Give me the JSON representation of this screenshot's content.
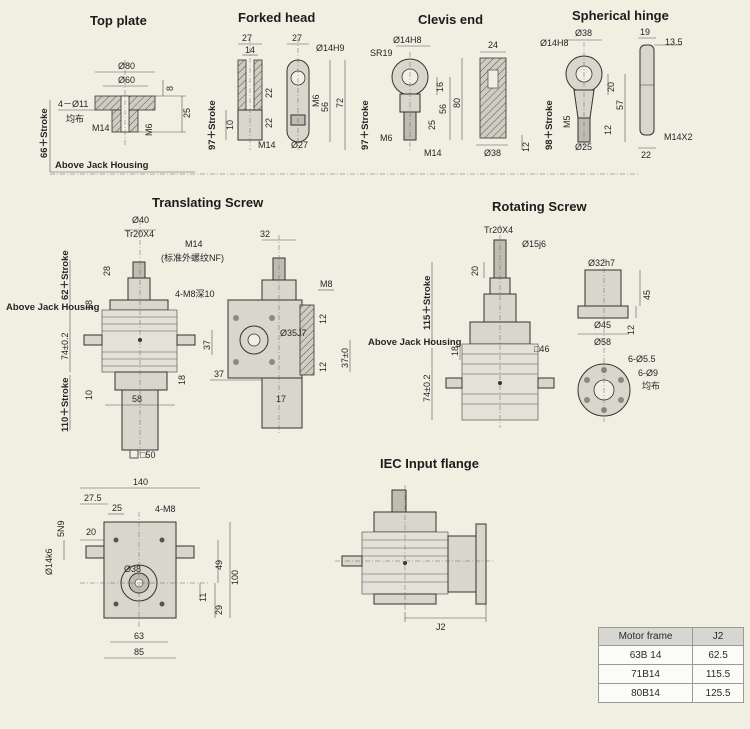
{
  "titles": {
    "top_plate": "Top plate",
    "forked_head": "Forked head",
    "clevis_end": "Clevis end",
    "spherical_hinge": "Spherical hinge",
    "translating_screw": "Translating Screw",
    "rotating_screw": "Rotating Screw",
    "iec_input_flange": "IEC Input flange"
  },
  "top_plate": {
    "d80": "Ø80",
    "d60": "Ø60",
    "holes": "4－Ø11",
    "holes_note": "均布",
    "m14": "M14",
    "m6": "M6",
    "h8": "8",
    "h25": "25",
    "stroke": "66＋Stroke",
    "above": "Above Jack Housing"
  },
  "forked_head": {
    "w27a": "27",
    "w14": "14",
    "w27b": "27",
    "d14h9": "Ø14H9",
    "h10": "10",
    "h22a": "22",
    "h22b": "22",
    "m6": "M6",
    "h56": "56",
    "h72": "72",
    "m14": "M14",
    "d27": "Ø27",
    "stroke": "97＋Stroke"
  },
  "clevis_end": {
    "sr19": "SR19",
    "d14h8": "Ø14H8",
    "w24": "24",
    "h16": "16",
    "h56": "56",
    "h80": "80",
    "h25": "25",
    "m6": "M6",
    "m14": "M14",
    "d38": "Ø38",
    "h12": "12",
    "stroke": "97＋Stroke"
  },
  "spherical_hinge": {
    "d14h8": "Ø14H8",
    "d38": "Ø38",
    "w19": "19",
    "w13_5": "13.5",
    "h20": "20",
    "h57": "57",
    "m5": "M5",
    "h12": "12",
    "d25": "Ø25",
    "m14x2": "M14X2",
    "w22": "22",
    "stroke": "98＋Stroke"
  },
  "translating_screw": {
    "d40": "Ø40",
    "tr": "Tr20X4",
    "m14": "M14",
    "m14_note": "(标准外螺纹NF)",
    "h28": "28",
    "w32": "32",
    "m8": "M8",
    "holes": "4-M8深10",
    "stroke_top": "62＋Stroke",
    "h18a": "18",
    "above": "Above Jack Housing",
    "h74": "74±0.2",
    "h37a": "37",
    "d35": "Ø35J7",
    "h12a": "12",
    "h12b": "12",
    "h37b": "37±0",
    "h18b": "18",
    "w37": "37",
    "w58": "58",
    "stroke_bottom": "110＋Stroke",
    "h10": "10",
    "w17": "17",
    "sq50": "□50"
  },
  "rotating_screw": {
    "tr": "Tr20X4",
    "d15j6": "Ø15j6",
    "d32h7": "Ø32h7",
    "h20": "20",
    "stroke": "115＋Stroke",
    "h45": "45",
    "d45": "Ø45",
    "h12": "12",
    "d58": "Ø58",
    "above": "Above Jack Housing",
    "h18": "18",
    "sq46": "□46",
    "holes6": "6-Ø5.5",
    "holes9": "6-Ø9",
    "holes_note": "均布",
    "h74": "74±0.2"
  },
  "iec_flange": {
    "w140": "140",
    "w27_5": "27.5",
    "w25": "25",
    "holes": "4-M8",
    "h5n9": "5N9",
    "w20": "20",
    "d14k6": "Ø14k6",
    "d38": "Ø38",
    "h49": "49",
    "h100": "100",
    "h11": "11",
    "h29": "29",
    "w63": "63",
    "w85": "85",
    "j2": "J2"
  },
  "motor_table": {
    "headers": [
      "Motor frame",
      "J2"
    ],
    "rows": [
      [
        "63B 14",
        "62.5"
      ],
      [
        "71B14",
        "115.5"
      ],
      [
        "80B14",
        "125.5"
      ]
    ]
  }
}
